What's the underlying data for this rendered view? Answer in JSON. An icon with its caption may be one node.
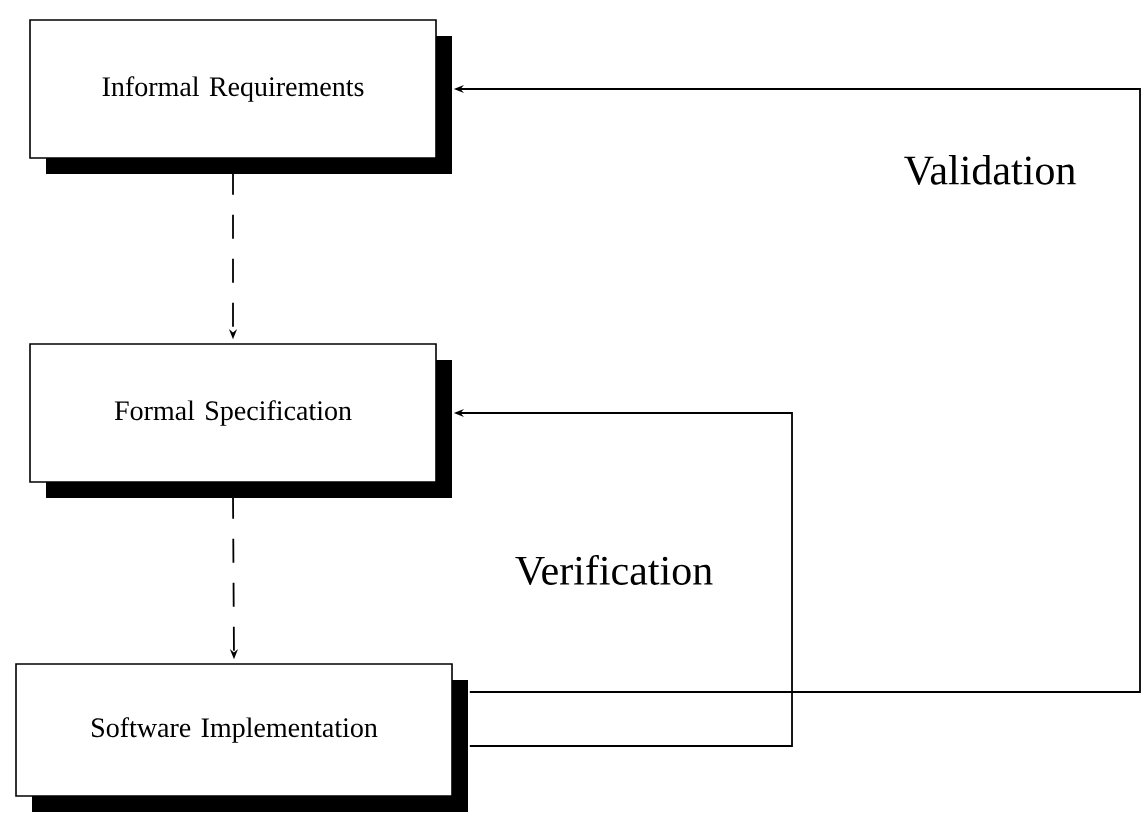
{
  "diagram": {
    "nodes": [
      {
        "text": [
          "Informal Requirements"
        ]
      },
      {
        "text": [
          "Formal Specification"
        ]
      },
      {
        "text": [
          "Software Implementation"
        ]
      }
    ],
    "edges": [
      {
        "from": 0,
        "to": 1,
        "arrow": "to",
        "style": "dashed"
      },
      {
        "from": 1,
        "to": 2,
        "arrow": "to",
        "style": "dashed"
      },
      {
        "from": 2,
        "to": 1,
        "arrow": "to",
        "label": "Verification"
      },
      {
        "from": 2,
        "to": 0,
        "arrow": "to",
        "label": "Validation"
      }
    ]
  }
}
